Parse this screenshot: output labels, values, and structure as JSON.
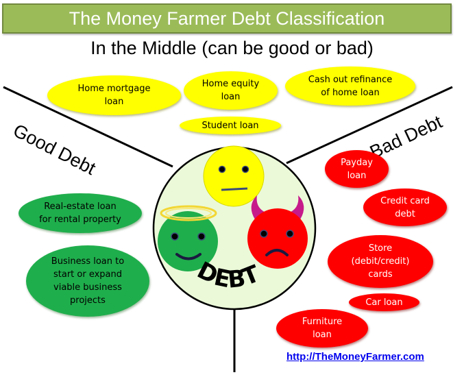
{
  "header": {
    "title": "The Money Farmer Debt Classification",
    "subtitle": "In the Middle (can be good or bad)"
  },
  "colors": {
    "title_bg": "#9bbb59",
    "middle": "#ffff00",
    "good": "#1fae4c",
    "bad": "#ff0000",
    "center_circle": "#ebf9d8"
  },
  "categories": {
    "good_label": "Good Debt",
    "bad_label": "Bad Debt",
    "center_label": "DEBT"
  },
  "middle_items": [
    {
      "label": "Home mortgage\nloan"
    },
    {
      "label": "Home equity\nloan"
    },
    {
      "label": "Cash out refinance\nof home loan"
    },
    {
      "label": "Student loan"
    }
  ],
  "good_items": [
    {
      "label": "Real-estate loan\nfor rental property"
    },
    {
      "label": "Business loan to\nstart or expand\nviable business\nprojects"
    }
  ],
  "bad_items": [
    {
      "label": "Payday\nloan"
    },
    {
      "label": "Credit card\ndebt"
    },
    {
      "label": "Store\n(debit/credit)\ncards"
    },
    {
      "label": "Car loan"
    },
    {
      "label": "Furniture\nloan"
    }
  ],
  "faces": {
    "middle": "neutral-face-icon",
    "good": "angel-smiley-icon",
    "bad": "devil-frown-icon"
  },
  "footer": {
    "link_text": "http://TheMoneyFarmer.com"
  }
}
